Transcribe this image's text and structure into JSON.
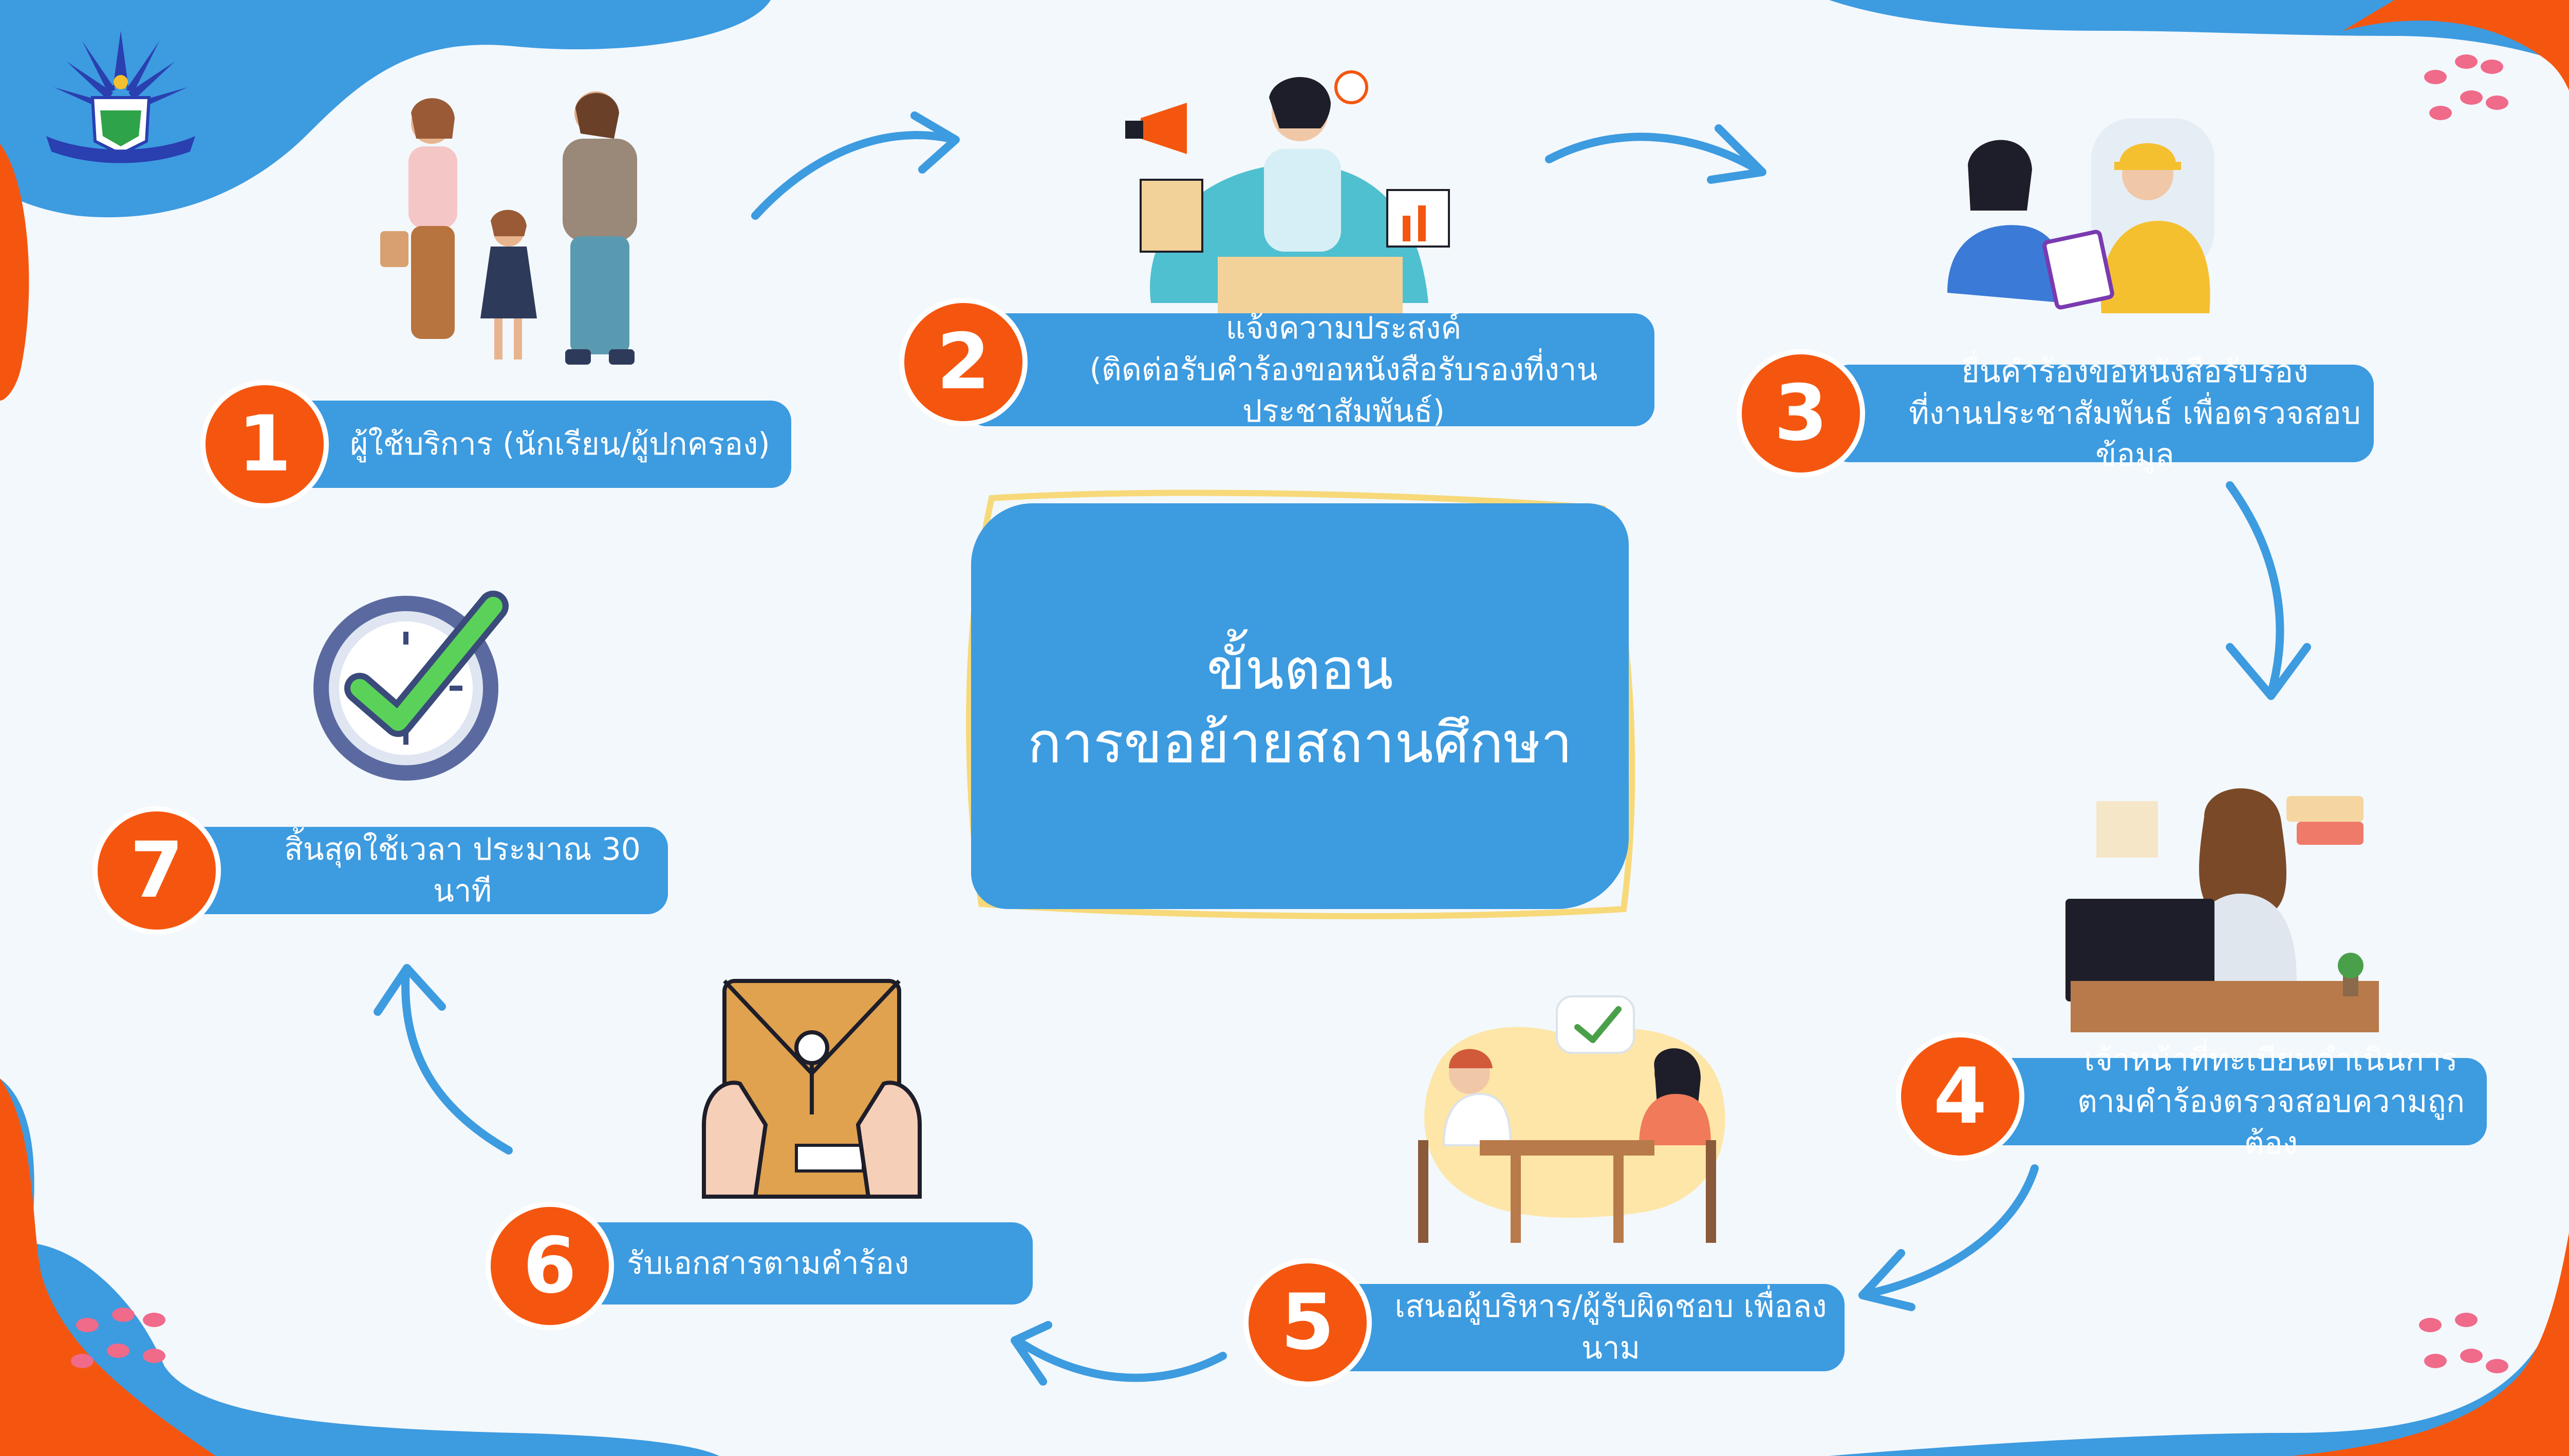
{
  "title": {
    "line1": "ขั้นตอน",
    "line2": "การขอย้ายสถานศึกษา"
  },
  "steps": [
    {
      "num": "1",
      "lines": [
        "ผู้ใช้บริการ (นักเรียน/ผู้ปกครอง)"
      ]
    },
    {
      "num": "2",
      "lines": [
        "แจ้งความประสงค์",
        "(ติดต่อรับคำร้องขอหนังสือรับรองที่งานประชาสัมพันธ์)"
      ]
    },
    {
      "num": "3",
      "lines": [
        "ยื่นคำร้องขอหนังสือรับรอง",
        "ที่งานประชาสัมพันธ์ เพื่อตรวจสอบข้อมูล"
      ]
    },
    {
      "num": "4",
      "lines": [
        "เจ้าหน้าที่ทะเบียนดำเนินการ",
        "ตามคำร้องตรวจสอบความถูกต้อง"
      ]
    },
    {
      "num": "5",
      "lines": [
        "เสนอผู้บริหาร/ผู้รับผิดชอบ เพื่อลงนาม"
      ]
    },
    {
      "num": "6",
      "lines": [
        "รับเอกสารตามคำร้อง"
      ]
    },
    {
      "num": "7",
      "lines": [
        "สิ้นสุดใช้เวลา ประมาณ 30 นาที"
      ]
    }
  ],
  "colors": {
    "accent_blue": "#3d9be0",
    "accent_orange": "#f5560f",
    "background": "#f3f8fc",
    "yellow_outline": "#f7d97a",
    "dots_pink": "#f06a8a"
  },
  "icons": [
    "school-logo",
    "family-illustration",
    "announcer-illustration",
    "delivery-illustration",
    "officer-desk-illustration",
    "meeting-illustration",
    "envelope-illustration",
    "clock-check-icon"
  ]
}
